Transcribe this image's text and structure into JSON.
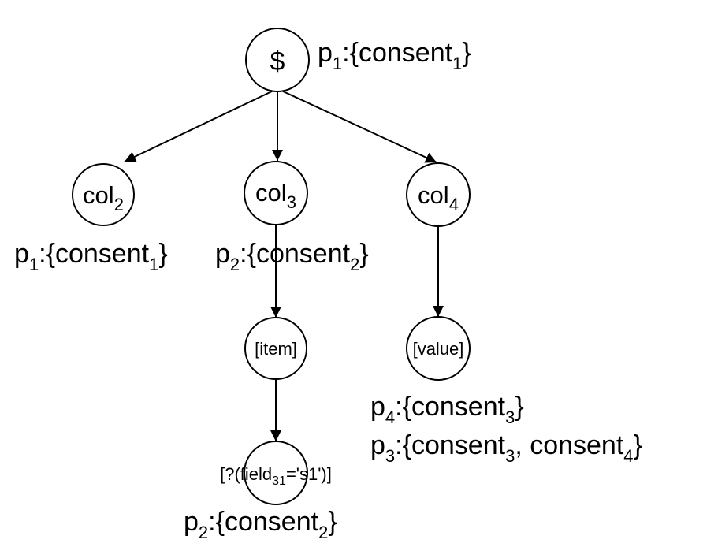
{
  "nodes": {
    "root": {
      "label": "$"
    },
    "col2": {
      "base": "col",
      "sub": "2"
    },
    "col3": {
      "base": "col",
      "sub": "3"
    },
    "col4": {
      "base": "col",
      "sub": "4"
    },
    "item": {
      "label": "[item]"
    },
    "value": {
      "label": "[value]"
    },
    "filter": {
      "pre": "[?(field",
      "sub": "31",
      "post": "='s1')]"
    }
  },
  "annotations": {
    "root": {
      "p": "p",
      "p_sub": "1",
      "mid": ":{consent",
      "c_sub": "1",
      "end": "}"
    },
    "col2": {
      "p": "p",
      "p_sub": "1",
      "mid": ":{consent",
      "c_sub": "1",
      "end": "}"
    },
    "col3": {
      "p": "p",
      "p_sub": "2",
      "mid": ":{consent",
      "c_sub": "2",
      "end": "}"
    },
    "value_a": {
      "p": "p",
      "p_sub": "4",
      "mid": ":{consent",
      "c_sub": "3",
      "end": "}"
    },
    "value_b": {
      "p": "p",
      "p_sub": "3",
      "mid": ":{consent",
      "c_sub": "3",
      "mid2": ", consent",
      "c2_sub": "4",
      "end": "}"
    },
    "filter": {
      "p": "p",
      "p_sub": "2",
      "mid": ":{consent",
      "c_sub": "2",
      "end": "}"
    }
  },
  "edges": [
    {
      "from": "root",
      "to": "col2"
    },
    {
      "from": "root",
      "to": "col3"
    },
    {
      "from": "root",
      "to": "col4"
    },
    {
      "from": "col3",
      "to": "item"
    },
    {
      "from": "item",
      "to": "filter"
    },
    {
      "from": "col4",
      "to": "value"
    }
  ]
}
